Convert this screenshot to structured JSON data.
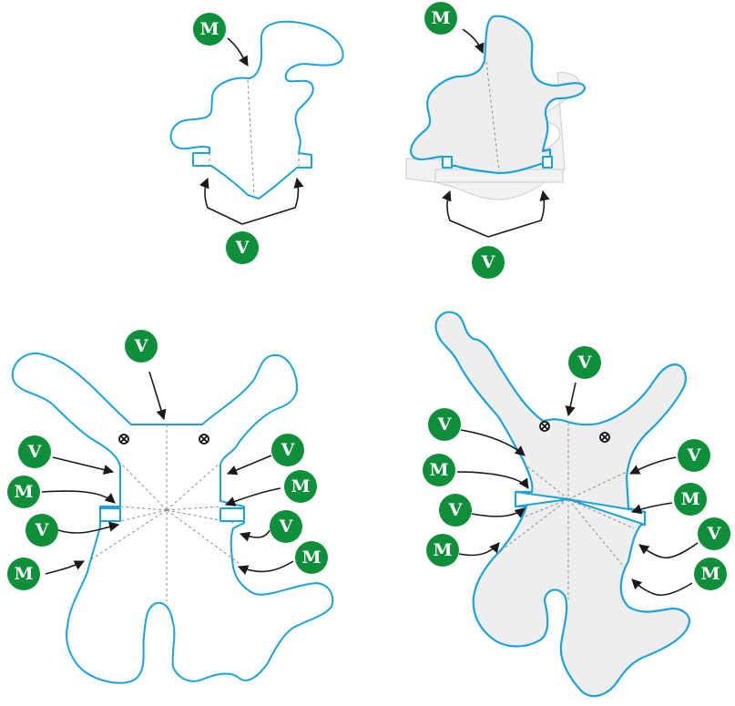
{
  "labels": {
    "valley": "V",
    "mountain": "M"
  },
  "colors": {
    "badge": "#0f8f3a",
    "outline": "#1aa3d9",
    "shade": "#eeeeee",
    "arrow": "#1a1a1a"
  },
  "icons": {
    "pivot_pin": "circle-x-icon",
    "arrowhead": "arrowhead-icon"
  },
  "panels": [
    {
      "id": "top-left",
      "state": "flat",
      "badges": [
        "M",
        "V"
      ]
    },
    {
      "id": "top-right",
      "state": "folded",
      "badges": [
        "M",
        "V"
      ]
    },
    {
      "id": "bottom-left",
      "state": "flat",
      "badges": [
        "V",
        "V",
        "M",
        "V",
        "M",
        "V",
        "M",
        "V",
        "M"
      ]
    },
    {
      "id": "bottom-right",
      "state": "folded",
      "badges": [
        "V",
        "V",
        "M",
        "V",
        "M",
        "V",
        "M",
        "V",
        "M"
      ]
    }
  ]
}
